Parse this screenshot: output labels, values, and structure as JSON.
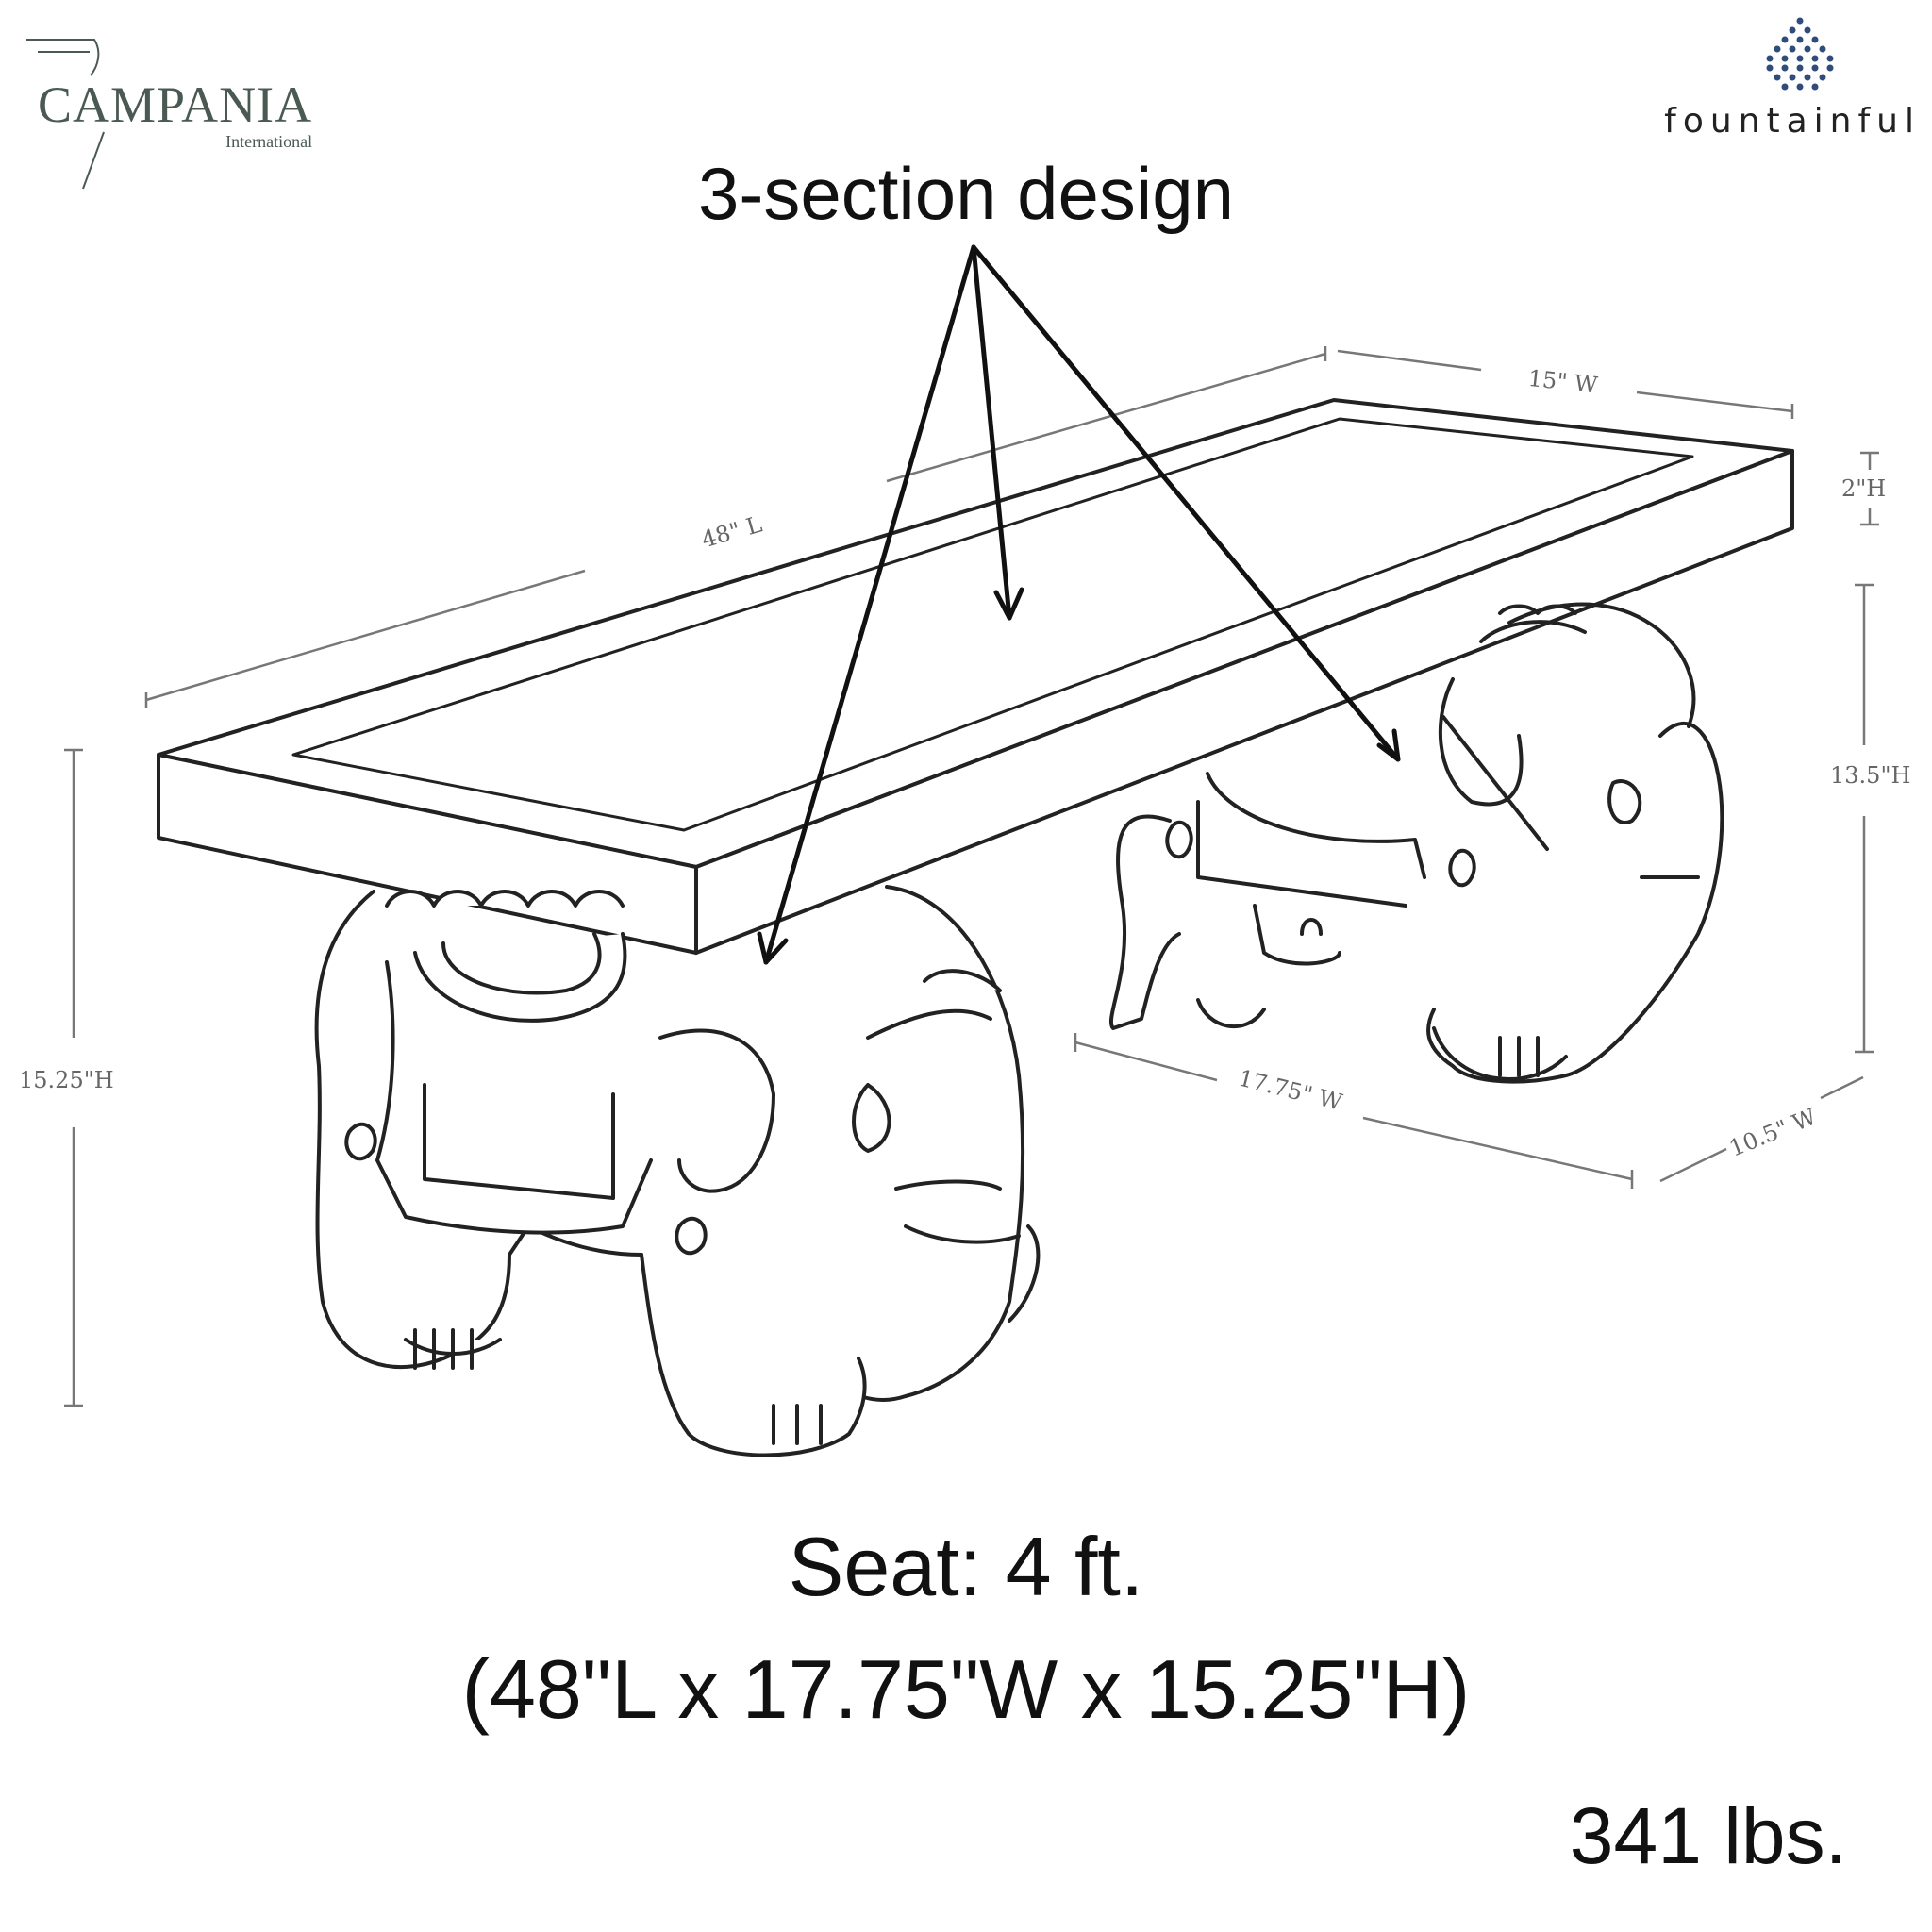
{
  "brands": {
    "campania_name": "CAMPANIA",
    "campania_sub": "International",
    "fountainful": "fountainful"
  },
  "callout": "3-section design",
  "dimensions": {
    "top_width": "15\" W",
    "length": "48\" L",
    "slab_height": "2\"H",
    "base_height": "13.5\"H",
    "total_height": "15.25\"H",
    "overall_width": "17.75\" W",
    "base_width": "10.5\" W"
  },
  "summary": {
    "seat": "Seat: 4 ft.",
    "dims": "(48\"L x 17.75\"W x 15.25\"H)",
    "weight": "341 lbs."
  }
}
